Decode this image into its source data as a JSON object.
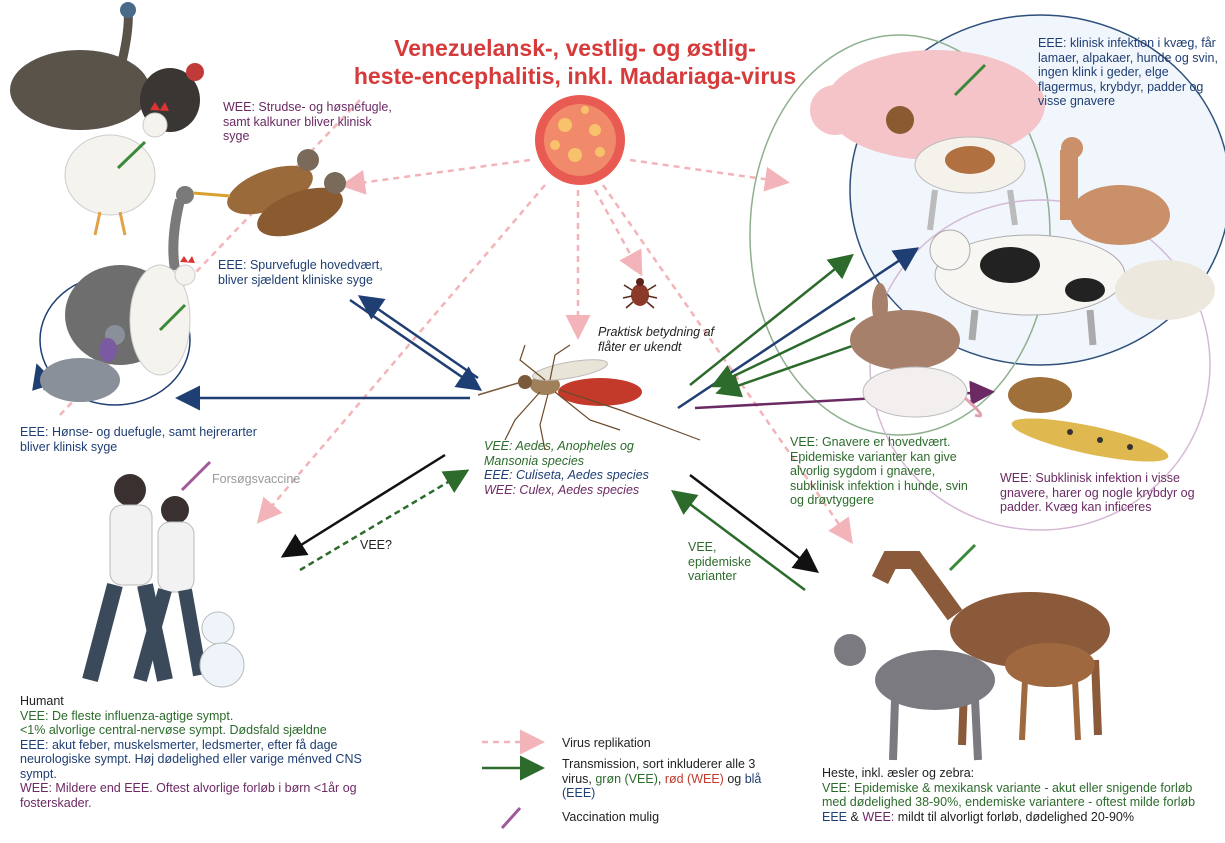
{
  "title": {
    "line1": "Venezuelansk-, vestlig- og østlig-",
    "line2": "heste-encephalitis, inkl. Madariaga-virus"
  },
  "birds": {
    "wee": "WEE: Strudse- og høsnefugle, samt kalkuner bliver klinisk syge",
    "eee_passerine": "EEE: Spurvefugle hovedvært, bliver sjældent kliniske syge",
    "eee_hens": "EEE: Hønse- og duefugle, samt hejrerarter bliver klinisk syge"
  },
  "mammals": {
    "eee": "EEE: klinisk infektion i kvæg, får lamaer, alpakaer, hunde og svin, ingen klink i geder, elge flagermus, krybdyr, padder og visse gnavere",
    "vee": "VEE: Gnavere er hovedvært. Epidemiske varianter kan give alvorlig sygdom i gnavere, subklinisk infektion i hunde, svin og drøvtyggere",
    "wee": "WEE: Subklinisk infektion i visse gnavere, harer og nogle krybdyr og padder. Kvæg kan inficeres"
  },
  "tick": {
    "label": "Praktisk betydning af flåter er ukendt"
  },
  "mosquito": {
    "vee": "VEE: Aedes, Anopheles og Mansonia species",
    "eee": "EEE: Culiseta, Aedes species",
    "wee": "WEE: Culex, Aedes species"
  },
  "human": {
    "vaccine_label": "Forsøgsvaccine",
    "vee_arrow": "VEE?",
    "heading": "Humant",
    "vee1": "VEE: De fleste influenza-agtige sympt.",
    "vee2": "<1% alvorlige central-nervøse sympt. Dødsfald sjældne",
    "eee": "EEE: akut feber, muskelsmerter, ledsmerter, efter få dage neurologiske sympt. Høj dødelighed eller varige ménved CNS sympt.",
    "wee": "WEE: Mildere end EEE. Oftest alvorlige forløb i børn <1år og fosterskader."
  },
  "horse": {
    "arrow_label": "VEE, epidemiske varianter",
    "heading": "Heste, inkl. æsler og zebra:",
    "vee_prefix": "VEE:",
    "vee_text": "Epidemiske & mexikansk variante - akut eller snigende forløb med dødelighed 38-90%, endemiske variantere - oftest milde forløb",
    "eee_wee_prefix1": "EEE",
    "eee_wee_amp": " & ",
    "eee_wee_prefix2": "WEE:",
    "eee_wee_text": " mildt til alvorligt forløb, dødelighed 20-90%"
  },
  "legend": {
    "replication": "Virus replikation",
    "transmission_prefix": "Transmission, sort inkluderer alle 3 virus, ",
    "green_word": "grøn (VEE)",
    "sep1": ", ",
    "red_word": "rød (WEE)",
    "sep2": " og ",
    "blue_word": "blå (EEE)",
    "vaccination": "Vaccination mulig"
  },
  "colors": {
    "title": "#d63a3a",
    "replication_arrow": "#f2b4b8",
    "vee_green": "#2c6b2c",
    "wee_purple": "#6b2a63",
    "eee_blue": "#1f3e73",
    "all_black": "#111111"
  }
}
